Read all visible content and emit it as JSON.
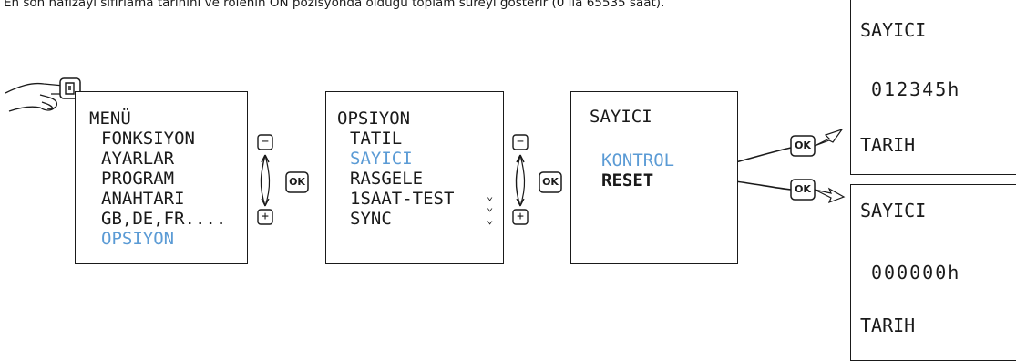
{
  "caption": "En son hafızayı sıfırlama tarihini ve rolenin ON pozisyonda olduğu toplam sureyi gosterir (0 ila 65535 saat).",
  "colors": {
    "selected": "#5b9bd5",
    "ink": "#1a1a1a"
  },
  "icons": {
    "hand": "pointing-hand-icon",
    "menu_button": "menu-button-icon",
    "minus": "minus-button-icon",
    "plus": "plus-button-icon",
    "ok": "ok-button-icon"
  },
  "buttons": {
    "minus": "−",
    "plus": "+",
    "ok": "OK"
  },
  "screen_menu": {
    "title": "MENÜ",
    "items": [
      "FONKSIYON",
      "AYARLAR",
      "PROGRAM",
      "ANAHTARI",
      "GB,DE,FR....",
      "OPSIYON"
    ],
    "selected_index": 5
  },
  "screen_opsiyon": {
    "title": "OPSIYON",
    "items": [
      "TATIL",
      "SAYICI",
      "RASGELE",
      "1SAAT-TEST",
      "SYNC"
    ],
    "selected_index": 1,
    "scroll_glyph": "⌄"
  },
  "screen_sayici": {
    "title": "SAYICI",
    "items": [
      "KONTROL",
      "RESET"
    ],
    "selected_index": 0
  },
  "screen_kontrol": {
    "title": "SAYICI",
    "value": "012345h",
    "footer": "TARIH"
  },
  "screen_reset": {
    "title": "SAYICI",
    "value": "000000h",
    "footer": "TARIH"
  }
}
